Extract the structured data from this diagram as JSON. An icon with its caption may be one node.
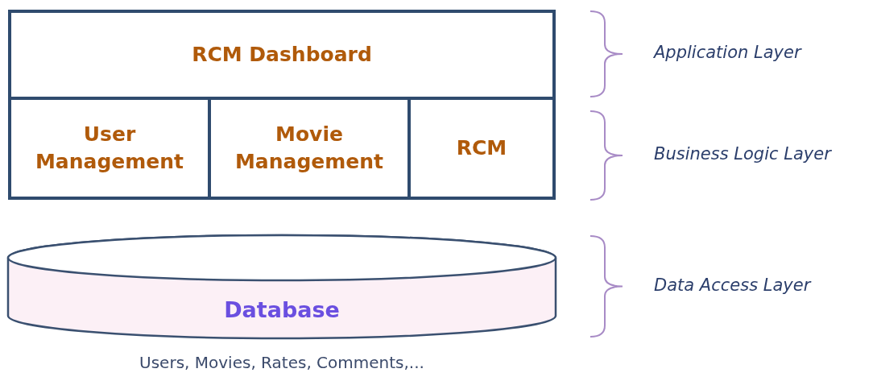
{
  "diagram": {
    "nodes": [
      {
        "text": [
          "RCM Dashboard"
        ]
      },
      {
        "text": [
          "User Management"
        ]
      },
      {
        "text": [
          "Movie Management"
        ]
      },
      {
        "text": [
          "RCM"
        ]
      },
      {
        "text": [
          "Database"
        ],
        "beside": [
          "Users, Movies, Rates, Comments,..."
        ]
      }
    ],
    "labels": [
      "Application Layer",
      "Business Logic Layer",
      "Data Access Layer"
    ]
  }
}
